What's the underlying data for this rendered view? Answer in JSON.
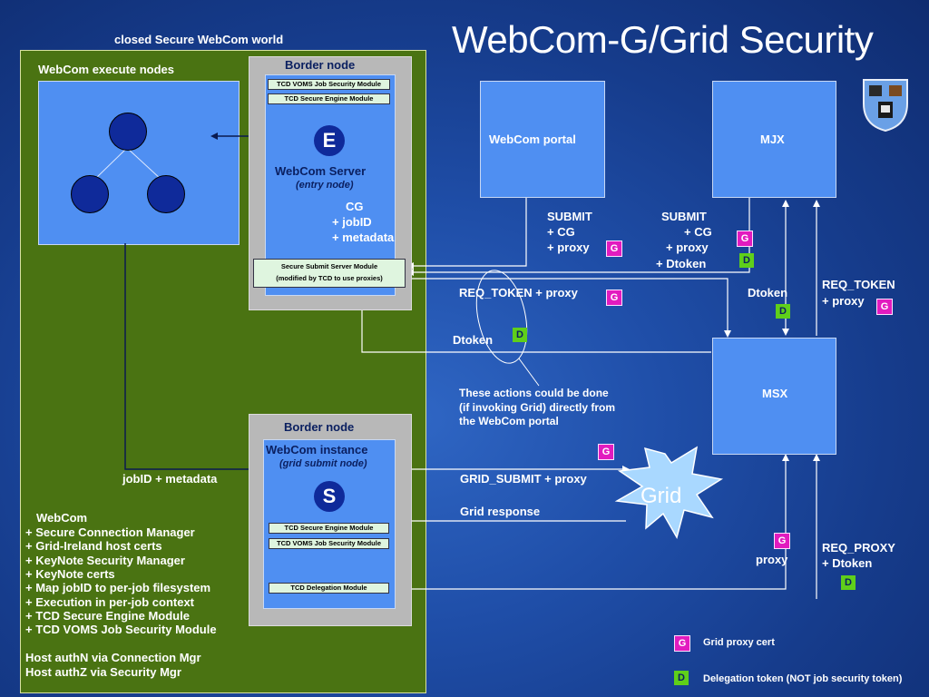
{
  "slide": {
    "title": "WebCom-G/Grid Security",
    "closed_world_label": "closed Secure WebCom world"
  },
  "left": {
    "execute_nodes_label": "WebCom execute nodes",
    "jobid_metadata": "jobID + metadata",
    "features": [
      "WebCom",
      "+ Secure Connection Manager",
      "+ Grid-Ireland host certs",
      "+ KeyNote Security Manager",
      "+ KeyNote certs",
      "+ Map jobID to per-job filesystem",
      "+ Execution in per-job context",
      "+ TCD Secure Engine Module",
      "+ TCD VOMS Job Security Module"
    ],
    "host_lines": [
      "Host authN via Connection Mgr",
      "Host authZ via Security Mgr"
    ]
  },
  "border_top": {
    "label": "Border node",
    "voms_module": "TCD VOMS Job Security Module",
    "engine_module": "TCD Secure Engine Module",
    "letter": "E",
    "server_title": "WebCom Server",
    "server_sub": "(entry node)",
    "cg_lines": [
      "CG",
      "+ jobID",
      "+ metadata"
    ],
    "submit_module_l1": "Secure Submit Server Module",
    "submit_module_l2": "(modified by TCD to use proxies)"
  },
  "border_bottom": {
    "label": "Border node",
    "instance_title": "WebCom instance",
    "instance_sub": "(grid submit node)",
    "letter": "S",
    "engine_module": "TCD Secure Engine Module",
    "voms_module": "TCD VOMS Job Security Module",
    "delegation_module": "TCD Delegation Module"
  },
  "right": {
    "portal_label": "WebCom portal",
    "mjx_label": "MJX",
    "msx_label": "MSX",
    "submit1": [
      "SUBMIT",
      "+ CG",
      "+ proxy"
    ],
    "submit2": [
      "SUBMIT",
      "+ CG",
      "+ proxy",
      "+ Dtoken"
    ],
    "req_token_proxy": "REQ_TOKEN + proxy",
    "dtoken_a": "Dtoken",
    "dtoken_b": "Dtoken",
    "req_token2": [
      "REQ_TOKEN",
      "+ proxy"
    ],
    "note": [
      "These actions could be done",
      "(if invoking Grid) directly from",
      "the WebCom portal"
    ],
    "grid_submit": "GRID_SUBMIT + proxy",
    "grid_response": "Grid response",
    "grid_label": "Grid",
    "proxy_label": "proxy",
    "req_proxy": [
      "REQ_PROXY",
      "+ Dtoken"
    ]
  },
  "badges": {
    "g": "G",
    "d": "D"
  },
  "legend": {
    "g_text": "Grid proxy cert",
    "d_text": "Delegation token (NOT job security token)"
  },
  "colors": {
    "green_area": "#4a7312",
    "light_blue": "#4f8ff2",
    "node_blue": "#0f2a9a",
    "g_badge": "#e21bbf",
    "d_badge": "#5fcf1a",
    "module_fill": "#dff5df"
  }
}
